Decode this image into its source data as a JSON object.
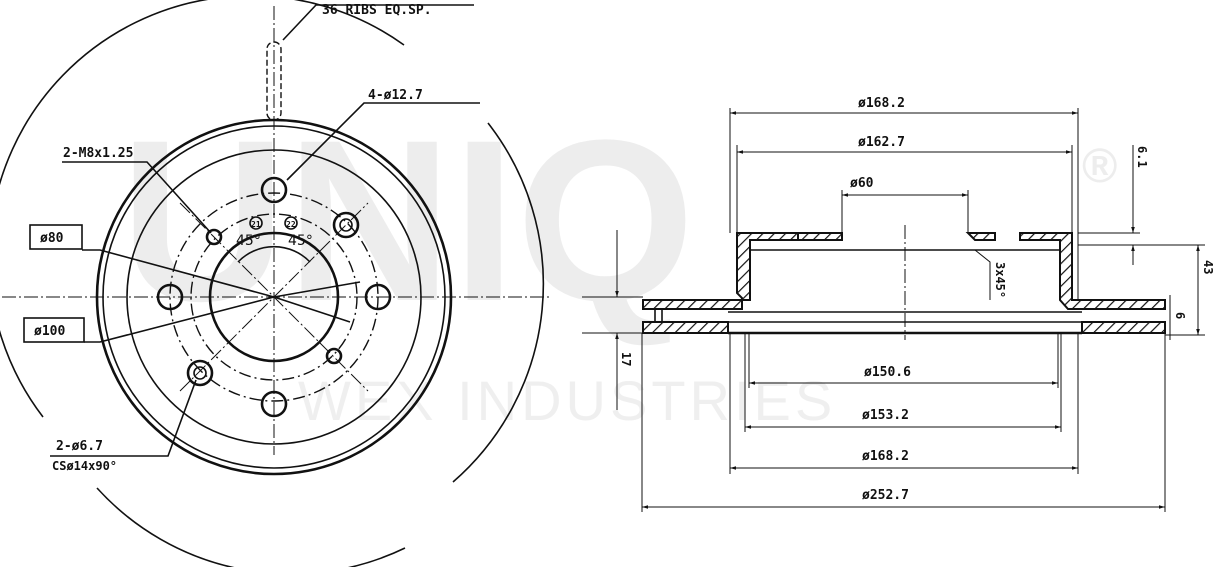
{
  "watermark": {
    "brand": "UNIQ",
    "registered": "®",
    "company": "WEX INDUSTRIES"
  },
  "front_view": {
    "ribs_note": "36 RIBS EQ.SP.",
    "bolt_holes_note": "4-ø12.7",
    "threaded_holes_note": "2-M8x1.25",
    "pcd_80_label": "ø80",
    "pcd_100_label": "ø100",
    "countersunk_note_line1": "2-ø6.7",
    "countersunk_note_line2": "CSø14x90°",
    "angle_left_marker": "21",
    "angle_right_marker": "22",
    "angle_left": "45°",
    "angle_right": "45°"
  },
  "section_view": {
    "dim_top_outer": "ø168.2",
    "dim_top_inner": "ø162.7",
    "dim_center_bore": "ø60",
    "dim_chamfer": "3x45°",
    "dim_hat_offset": "6.1",
    "dim_total_height": "43",
    "dim_disc_thickness_small": "6",
    "dim_disc_thickness": "17",
    "dim_bottom_1": "ø150.6",
    "dim_bottom_2": "ø153.2",
    "dim_bottom_3": "ø168.2",
    "dim_outer_diameter": "ø252.7"
  }
}
